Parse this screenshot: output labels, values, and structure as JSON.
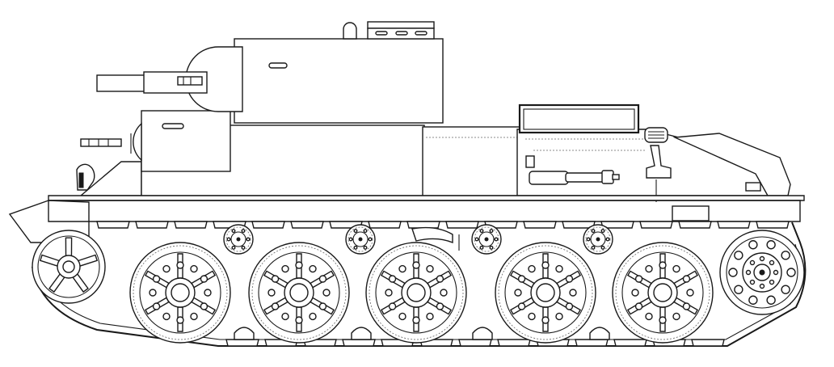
{
  "drawing": {
    "subject": "",
    "line_color": "#1a1a1a",
    "background_color": "#ffffff",
    "road_wheel_count": 5,
    "return_roller_count": 4,
    "view": "side"
  }
}
